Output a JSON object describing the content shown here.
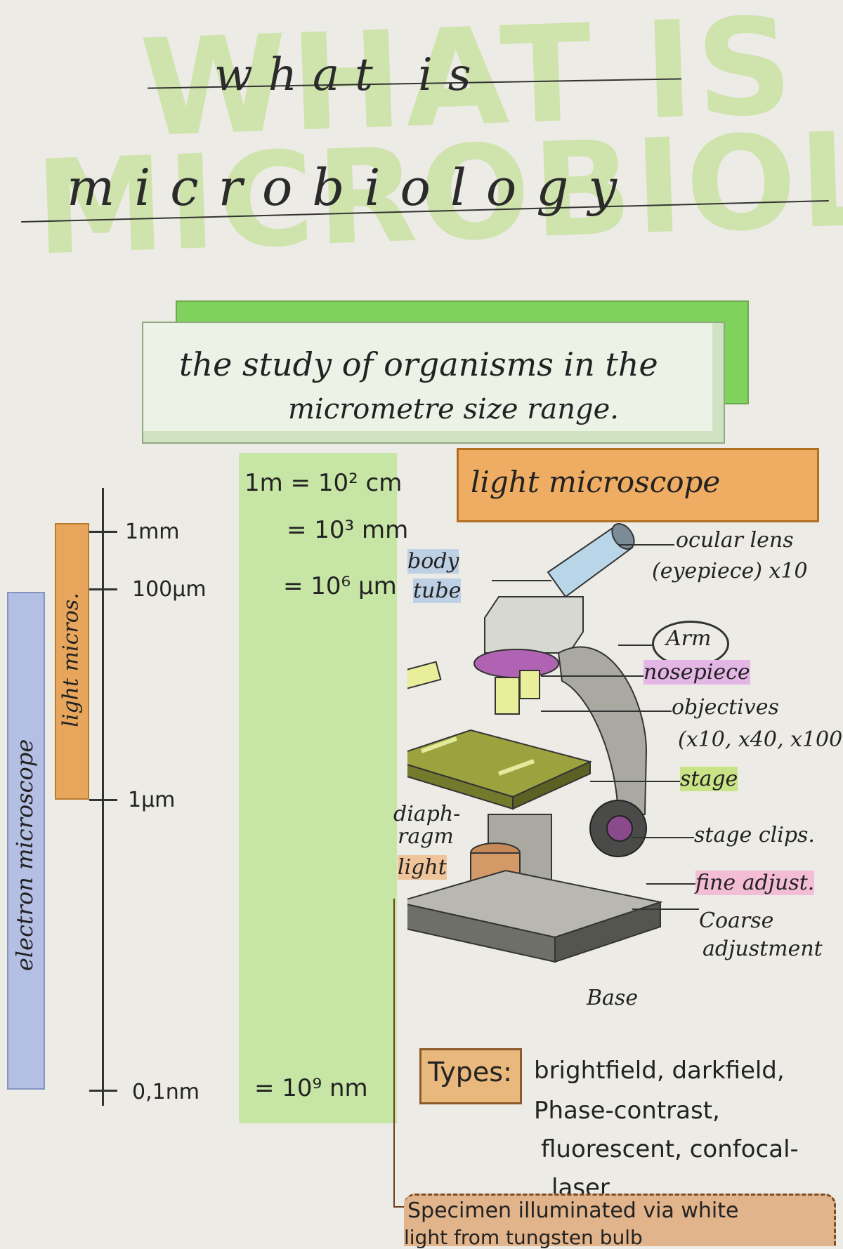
{
  "title": {
    "background_1": "WHAT IS",
    "background_2": "MICROBIOLOGY",
    "script_1": "what is",
    "script_2": "microbiology"
  },
  "definition": {
    "line1": "the study of organisms in the",
    "line2": "micrometre size range."
  },
  "scale": {
    "ticks": [
      "1mm",
      "100µm",
      "1µm",
      "0,1nm"
    ],
    "conversions": [
      "1m = 10² cm",
      "= 10³ mm",
      "= 10⁶ µm",
      "= 10⁹ nm"
    ],
    "light_range_label": "light micros.",
    "electron_range_label": "electron microscope"
  },
  "microscope": {
    "title": "light microscope",
    "labels": {
      "ocular": "ocular lens",
      "eyepiece": "(eyepiece) x10",
      "body_1": "body",
      "body_2": "tube",
      "arm": "Arm",
      "nosepiece": "nosepiece",
      "objectives": "objectives",
      "objectives_mag": "(x10, x40, x100",
      "stage": "stage",
      "diaph_1": "diaph-",
      "diaph_2": "ragm",
      "light": "light",
      "stage_clips": "stage clips.",
      "fine": "fine adjust.",
      "coarse_1": "Coarse",
      "coarse_2": "adjustment",
      "base": "Base"
    }
  },
  "types": {
    "label": "Types:",
    "line1": "brightfield, darkfield,",
    "line2": "Phase-contrast,",
    "line3": "fluorescent, confocal-",
    "line4": "laser"
  },
  "specimen": {
    "line1": "Specimen illuminated via white",
    "line2": "light from tungsten bulb"
  },
  "colors": {
    "green_highlight": "#c7e6a6",
    "orange_highlight": "#efad63",
    "blue_highlight": "#b3bfe3",
    "pink_highlight": "#e4b6e6"
  }
}
